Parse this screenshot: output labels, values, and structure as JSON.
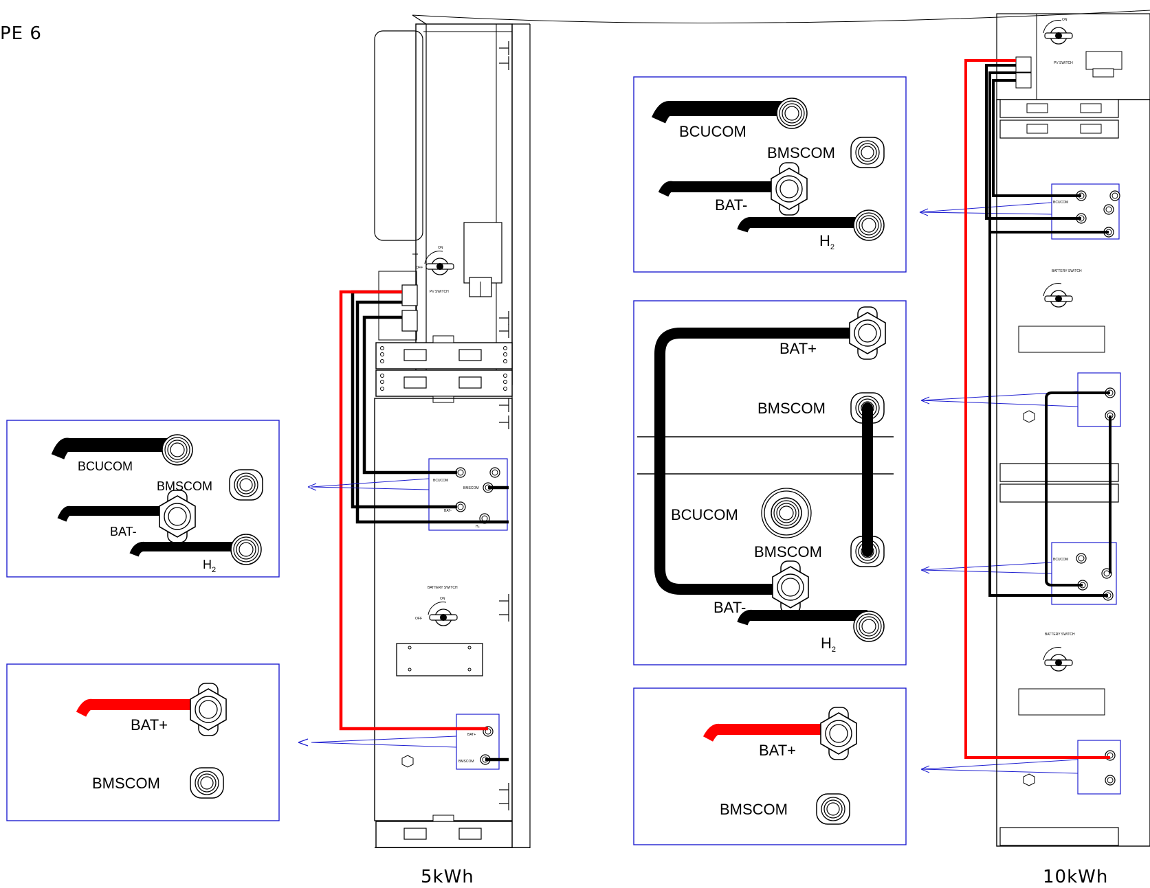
{
  "header": {
    "type_label": "PE 6"
  },
  "units": {
    "left_caption": "5kWh",
    "right_caption": "10kWh"
  },
  "terminals": {
    "bcucom": "BCUCOM",
    "bmscom": "BMSCOM",
    "bat_minus": "BAT-",
    "bat_plus": "BAT+",
    "h": "H",
    "h_sub": "2"
  },
  "switches": {
    "on": "ON",
    "off": "OFF",
    "pv_switch": "PV SWITCH",
    "battery_switch": "BATTERY SWITCH"
  },
  "colors": {
    "outline": "#000000",
    "callout_border": "#1f1fd0",
    "positive_cable": "#ff0000",
    "negative_cable": "#000000"
  }
}
